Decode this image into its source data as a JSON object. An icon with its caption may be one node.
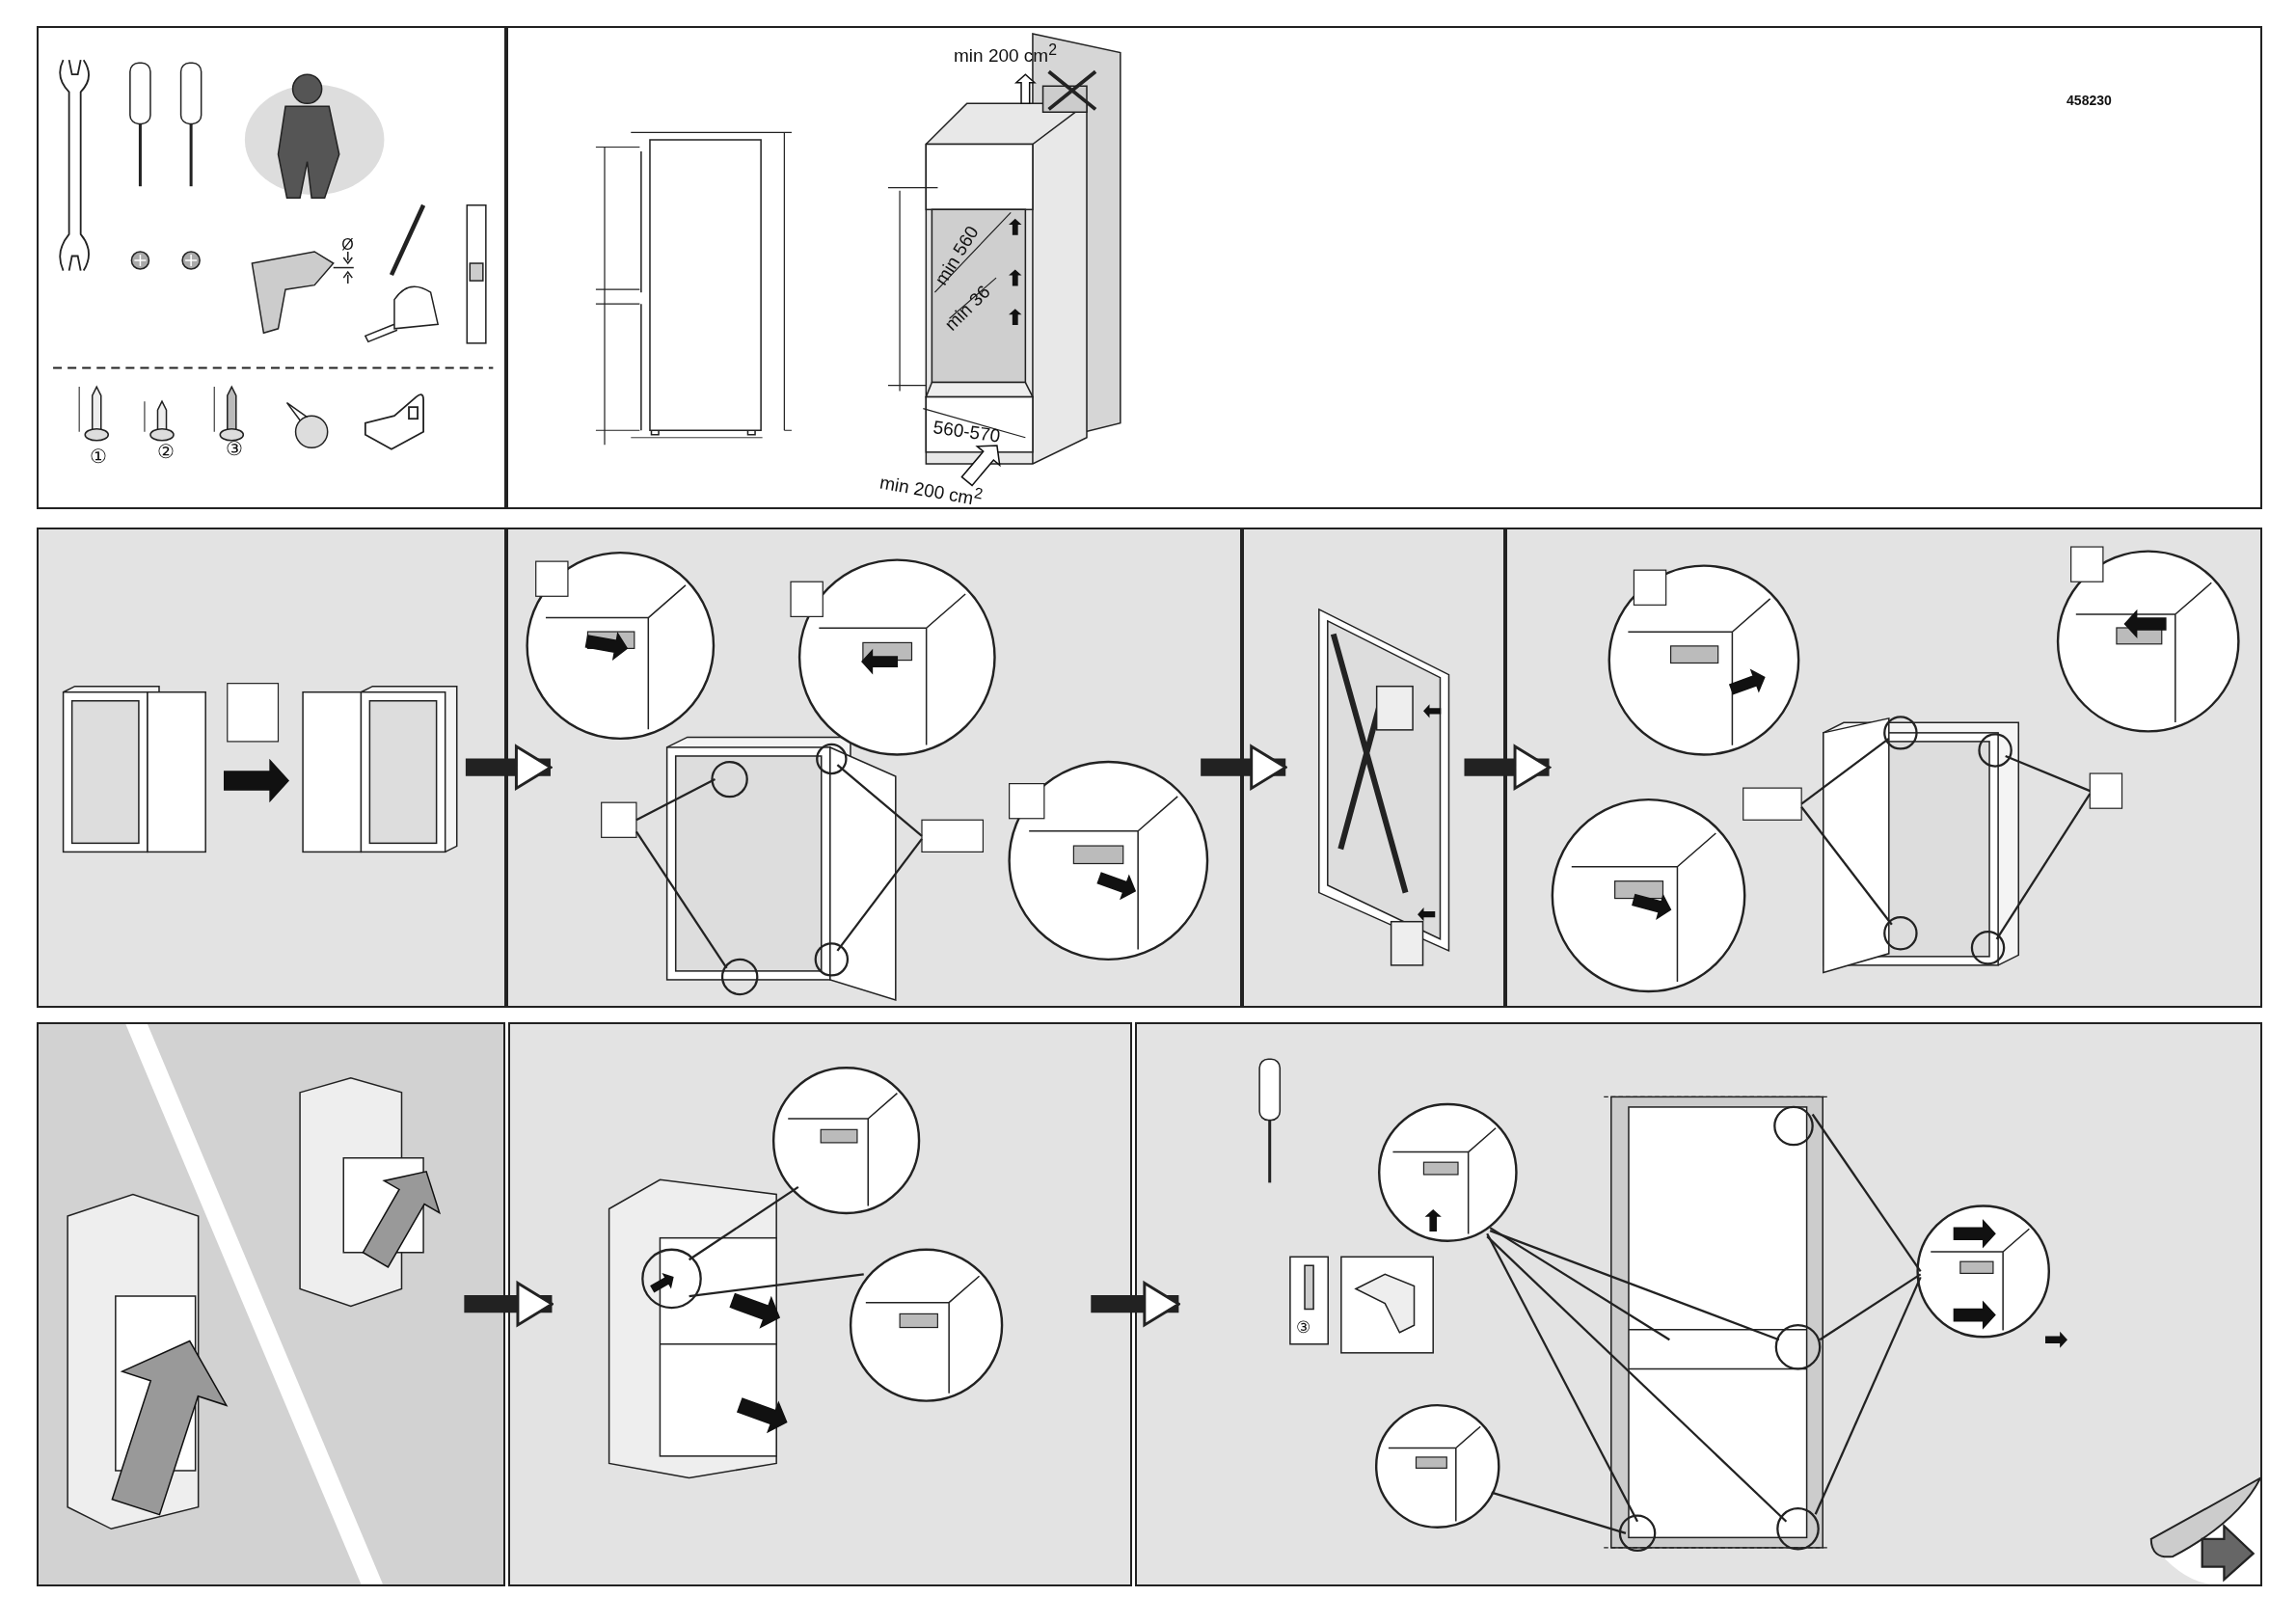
{
  "diagram": {
    "nodes": [
      {
        "text": [],
        "shape": "box"
      },
      {
        "text": [],
        "shape": "box"
      },
      {
        "text": [],
        "shape": "box"
      },
      {
        "text": [],
        "shape": "box"
      },
      {
        "text": [],
        "shape": "box"
      },
      {
        "text": [],
        "shape": "box"
      },
      {
        "text": [],
        "shape": "box"
      },
      {
        "text": [],
        "shape": "box"
      },
      {
        "text": [],
        "shape": "box"
      }
    ],
    "edges": [
      {
        "from": 2,
        "to": 3,
        "arrow": "to"
      },
      {
        "from": 3,
        "to": 4,
        "arrow": "to"
      },
      {
        "from": 4,
        "to": 5,
        "arrow": "to"
      },
      {
        "from": 6,
        "to": 7,
        "arrow": "to"
      },
      {
        "from": 7,
        "to": 8,
        "arrow": "to"
      }
    ],
    "labels": [
      "Ø",
      "①",
      "②",
      "③",
      "min 200 cm$^{2}$",
      "min 560",
      "min 36",
      "560-570",
      "min 200 cm$^{2}$",
      "458230",
      "③"
    ]
  }
}
